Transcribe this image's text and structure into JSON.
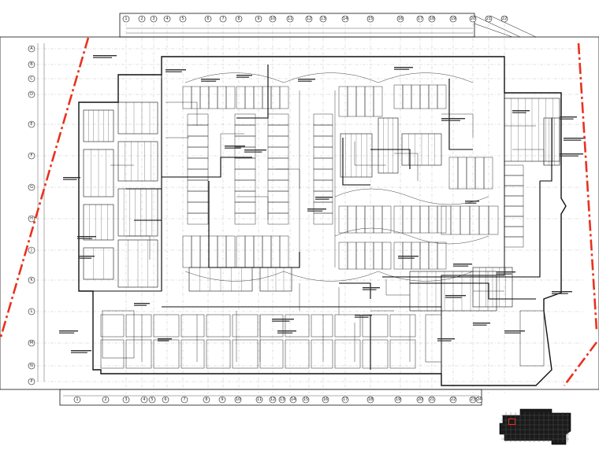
{
  "drawing": {
    "colors": {
      "paper": "#ffffff",
      "line": "#111111",
      "thin": "#555555",
      "boundary": "#e8321e",
      "thumbnail_fill": "#1a1a1a",
      "thumbnail_highlight": "#e8321e"
    },
    "grid_top": [
      "1",
      "2",
      "3",
      "4",
      "5",
      "6",
      "7",
      "8",
      "9",
      "10",
      "11",
      "12",
      "13",
      "14",
      "15",
      "16",
      "17",
      "18",
      "19",
      "20",
      "21",
      "22"
    ],
    "grid_left": [
      "A",
      "B",
      "C",
      "D",
      "E",
      "F",
      "G",
      "H",
      "J",
      "K",
      "L",
      "M",
      "N",
      "P"
    ],
    "grid_bottom": [
      "1",
      "2",
      "3",
      "4",
      "5",
      "6",
      "7",
      "8",
      "9",
      "10",
      "11",
      "12",
      "13",
      "14",
      "15",
      "16",
      "17",
      "18",
      "19",
      "20",
      "21",
      "22",
      "23",
      "24"
    ]
  }
}
